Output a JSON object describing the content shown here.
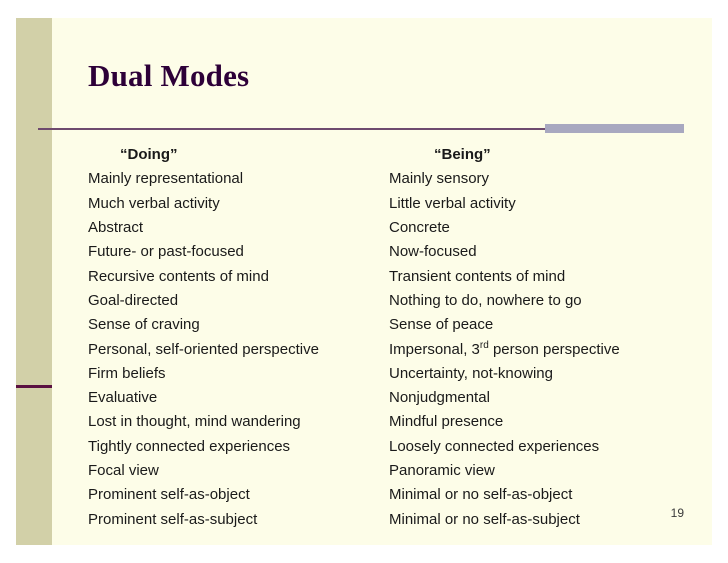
{
  "slide": {
    "title": "Dual Modes",
    "page_number": "19",
    "colors": {
      "background": "#fdfde8",
      "left_band": "#d2d0a8",
      "left_band_accent": "#5b1141",
      "title": "#2d0038",
      "rule": "#6e4a6e",
      "rule_block": "#a8a8c0",
      "text": "#1a1a1a"
    },
    "columns": {
      "left_header": "“Doing”",
      "right_header": "“Being”"
    },
    "rows": [
      {
        "left": "Mainly representational",
        "right": "Mainly sensory"
      },
      {
        "left": "Much verbal activity",
        "right": "Little verbal activity"
      },
      {
        "left": "Abstract",
        "right": "Concrete"
      },
      {
        "left": "Future- or past-focused",
        "right": "Now-focused"
      },
      {
        "left": "Recursive contents of mind",
        "right": "Transient contents of mind"
      },
      {
        "left": "Goal-directed",
        "right": "Nothing to do, nowhere to go"
      },
      {
        "left": "Sense of craving",
        "right": "Sense of peace"
      },
      {
        "left": "Personal, self-oriented perspective",
        "right": "Impersonal, 3rd person perspective",
        "right_sup": {
          "before": "Impersonal, 3",
          "sup": "rd",
          "after": " person perspective"
        }
      },
      {
        "left": "Firm beliefs",
        "right": "Uncertainty, not-knowing"
      },
      {
        "left": "Evaluative",
        "right": "Nonjudgmental"
      },
      {
        "left": "Lost in thought, mind wandering",
        "right": "Mindful presence"
      },
      {
        "left": "Tightly connected experiences",
        "right": "Loosely connected experiences"
      },
      {
        "left": "Focal view",
        "right": "Panoramic view"
      },
      {
        "left": "Prominent self-as-object",
        "right": "Minimal or no self-as-object"
      },
      {
        "left": "Prominent self-as-subject",
        "right": "Minimal or no self-as-subject"
      }
    ]
  }
}
